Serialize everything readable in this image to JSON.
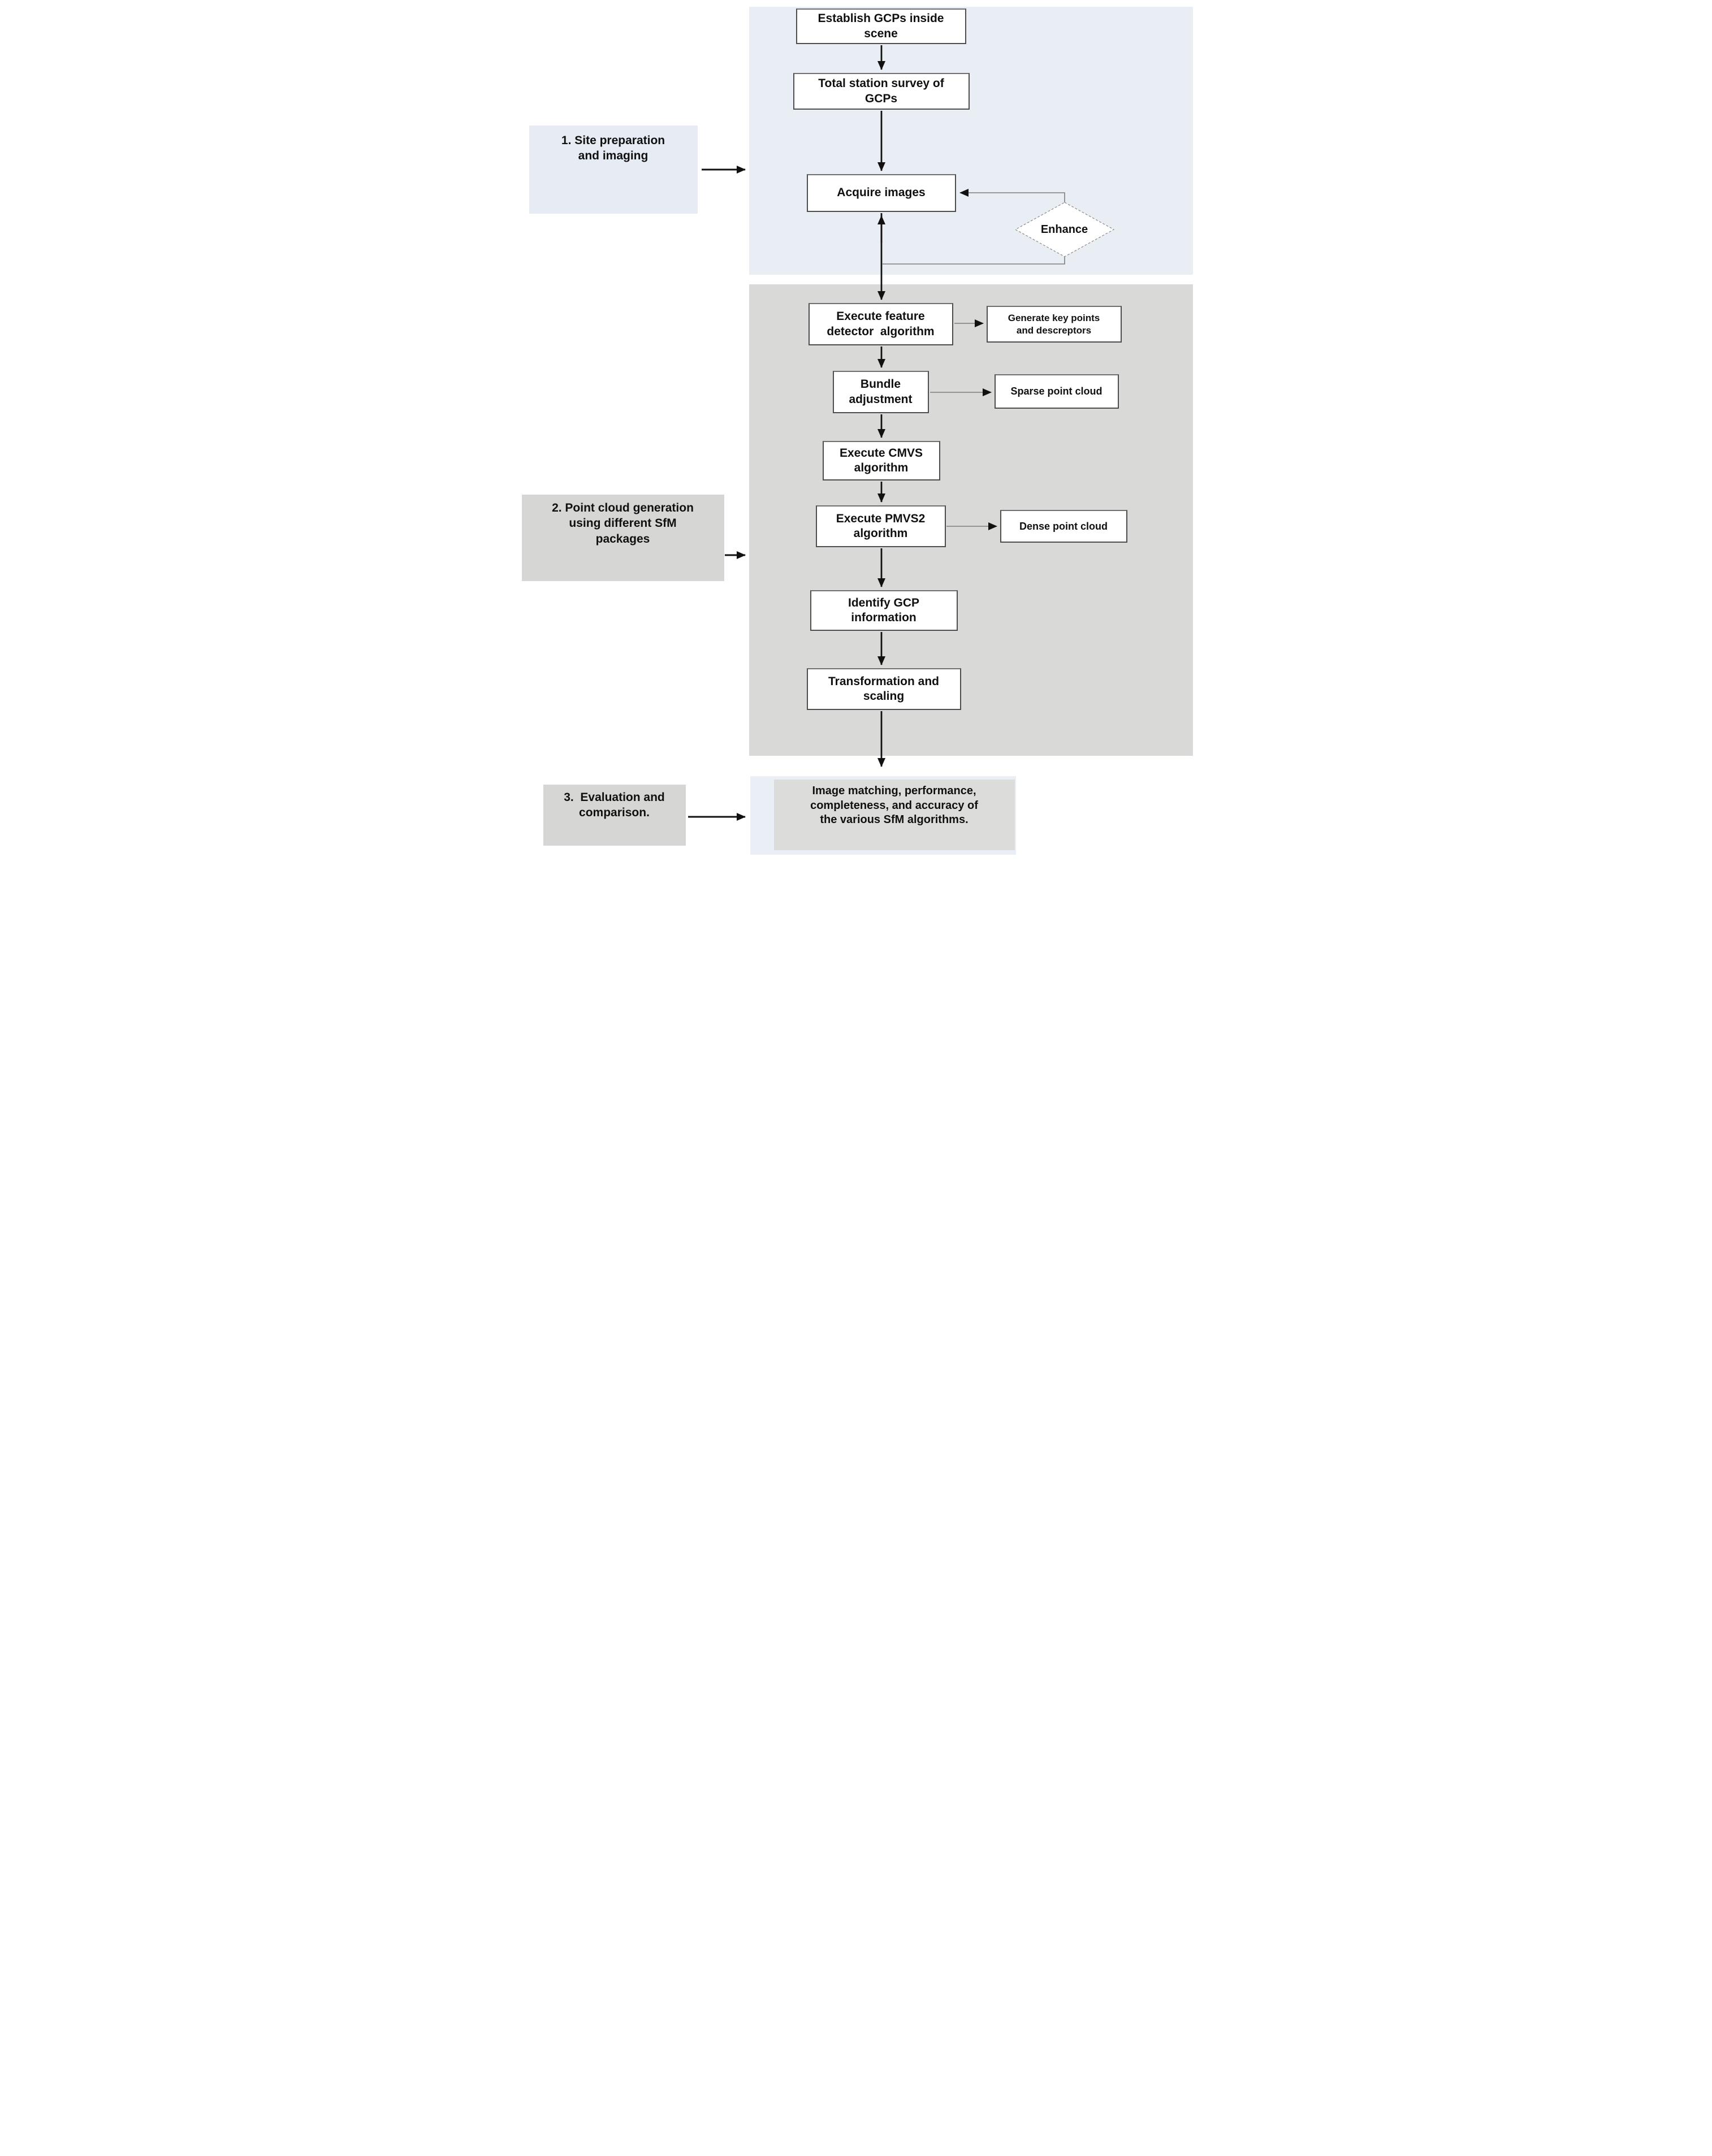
{
  "diagram": {
    "title": "SfM workflow flowchart",
    "stage_labels": [
      {
        "text": "1. Site preparation\nand imaging"
      },
      {
        "text": "2. Point cloud generation\nusing different SfM\npackages"
      },
      {
        "text": "3.  Evaluation and\ncomparison."
      }
    ],
    "flow_boxes": [
      {
        "text": "Establish GCPs inside\nscene"
      },
      {
        "text": "Total station survey of\nGCPs"
      },
      {
        "text": "Acquire images"
      },
      {
        "text": "Execute feature\ndetector  algorithm"
      },
      {
        "text": "Bundle\nadjustment"
      },
      {
        "text": "Execute CMVS\nalgorithm"
      },
      {
        "text": "Execute PMVS2\nalgorithm"
      },
      {
        "text": "Identify GCP\ninformation"
      },
      {
        "text": "Transformation and\nscaling"
      }
    ],
    "output_boxes": [
      {
        "text": "Generate key points\nand descreptors"
      },
      {
        "text": "Sparse point cloud"
      },
      {
        "text": "Dense point cloud"
      }
    ],
    "decision": {
      "text": "Enhance"
    },
    "result_box": {
      "text": "Image matching, performance,\ncompleteness, and accuracy of\nthe various SfM algorithms."
    },
    "colors": {
      "stage1_panel": "#e9edf4",
      "stage2_panel": "#d9d9d7",
      "stage3_panel": "#eaeff6",
      "stage1_label_bg": "#e7ebf3",
      "stage_gray_label_bg": "#d6d6d5",
      "result_inner_bg": "#dcdcda",
      "box_bg": "#ffffff",
      "box_border": "#4d4d4d",
      "arrow": "#111111",
      "connector": "#7d7d7d"
    }
  }
}
